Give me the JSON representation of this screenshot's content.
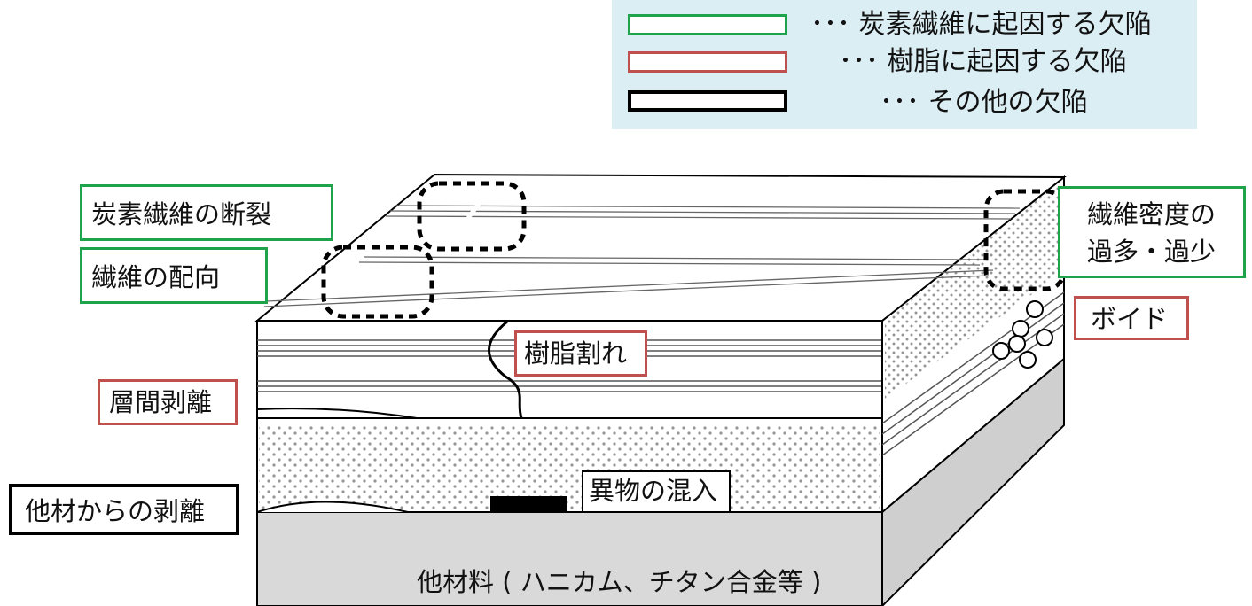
{
  "legend": {
    "items": [
      {
        "color": "#1ea34a",
        "label": "･･･ 炭素繊維に起因する欠陥"
      },
      {
        "color": "#c0504d",
        "label": "･･･ 樹脂に起因する欠陥"
      },
      {
        "color": "#000000",
        "label": "･･･ その他の欠陥"
      }
    ]
  },
  "labels": {
    "fiber_break": "炭素繊維の断裂",
    "fiber_orientation": "繊維の配向",
    "fiber_density_1": "繊維密度の",
    "fiber_density_2": "過多・過少",
    "void": "ボイド",
    "resin_crack": "樹脂割れ",
    "delamination": "層間剥離",
    "foreign_matter": "異物の混入",
    "debond": "他材からの剥離",
    "other_material": "他材料 ( ハニカム、チタン合金等 )"
  },
  "colors": {
    "carbon_fiber": "#1ea34a",
    "resin": "#c0504d",
    "other": "#000000",
    "legend_bg": "#dbeef4",
    "base_material": "#d9d9d9"
  }
}
